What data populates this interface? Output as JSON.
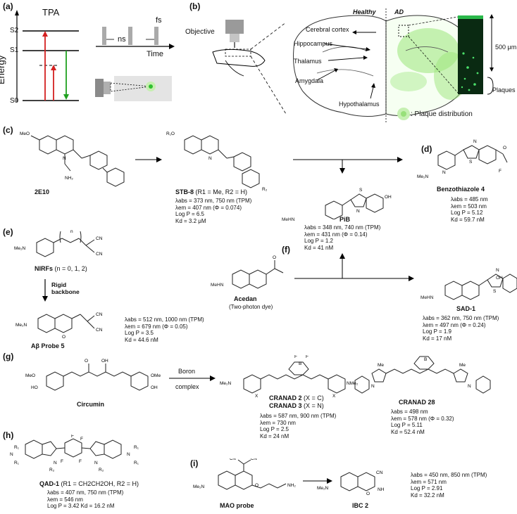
{
  "panels": {
    "a": "(a)",
    "b": "(b)",
    "c": "(c)",
    "d": "(d)",
    "e": "(e)",
    "f": "(f)",
    "g": "(g)",
    "h": "(h)",
    "i": "(i)"
  },
  "panel_a": {
    "title": "TPA",
    "energy_axis": "Energy",
    "levels": [
      "S2",
      "S1",
      "S0"
    ],
    "pulse_fs": "fs",
    "pulse_ns": "ns",
    "time_axis": "Time"
  },
  "panel_b": {
    "objective": "Objective",
    "healthy": "Healthy",
    "ad": "AD",
    "regions": [
      "Cerebral cortex",
      "Hippocampus",
      "Thalamus",
      "Amygdala",
      "Hypothalamus"
    ],
    "scale": "500 μm",
    "plaques": "Plaques",
    "legend": ": Plaque distribution"
  },
  "compounds": {
    "e10": {
      "name": "2E10"
    },
    "stb8": {
      "name": "STB-8",
      "subst": "(R1 = Me, R2 = H)",
      "props": [
        "λabs = 373 nm, 750 nm (TPM)",
        "λem = 407 nm (Φ = 0.074)",
        "Log P = 6.5",
        "Kd = 3.2 μM"
      ]
    },
    "pib": {
      "name": "PiB",
      "props": [
        "λabs = 348 nm, 740 nm (TPM)",
        "λem = 431 nm (Φ = 0.14)",
        "Log P = 1.2",
        "Kd = 41 nM"
      ]
    },
    "btz4": {
      "name": "Benzothiazole 4",
      "props": [
        "λabs = 485 nm",
        "λem = 503 nm",
        "Log P = 5.12",
        "Kd = 59.7 nM"
      ]
    },
    "nirf": {
      "name": "NIRFs",
      "subst": "(n = 0, 1, 2)"
    },
    "rigid": {
      "label1": "Rigid",
      "label2": "backbone"
    },
    "abp5": {
      "name": "Aβ Probe 5",
      "props": [
        "λabs = 512 nm, 1000 nm (TPM)",
        "λem = 679 nm (Φ = 0.05)",
        "Log P = 3.5",
        "Kd = 44.6 nM"
      ]
    },
    "acedan": {
      "name": "Acedan",
      "sub": "(Two-photon dye)"
    },
    "sad1": {
      "name": "SAD-1",
      "props": [
        "λabs = 362 nm, 750 nm (TPM)",
        "λem = 497 nm (Φ = 0.24)",
        "Log P = 1.9",
        "Kd = 17 nM"
      ]
    },
    "circumin": {
      "name": "Circumin",
      "arrow_top": "Boron",
      "arrow_bottom": "complex"
    },
    "cranad23": {
      "name1": "CRANAD 2",
      "sub1": "(X = C)",
      "name2": "CRANAD 3",
      "sub2": "(X = N)",
      "props": [
        "λabs = 587 nm, 900 nm (TPM)",
        "λem = 730 nm",
        "Log P = 2.5",
        "Kd = 24 nM"
      ]
    },
    "cranad28": {
      "name": "CRANAD 28",
      "props": [
        "λabs = 498 nm",
        "λem = 578 nm (Φ = 0.32)",
        "Log P = 5.11",
        "Kd = 52.4 nM"
      ]
    },
    "qad1": {
      "name": "QAD-1",
      "subst": "(R1 = CH2CH2OH, R2 = H)",
      "props": [
        "λabs = 407 nm, 750 nm (TPM)",
        "λem = 546 nm",
        "Log P = 3.42 Kd = 16.2 nM"
      ]
    },
    "mao": {
      "name": "MAO probe"
    },
    "ibc2": {
      "name": "IBC 2",
      "props": [
        "λabs = 450 nm, 850 nm (TPM)",
        "λem = 571 nm",
        "Log P = 2.91",
        "Kd = 32.2 nM"
      ]
    }
  },
  "colors": {
    "excite": "#d42020",
    "emit": "#20a020",
    "plaque": "#7bd94e"
  }
}
